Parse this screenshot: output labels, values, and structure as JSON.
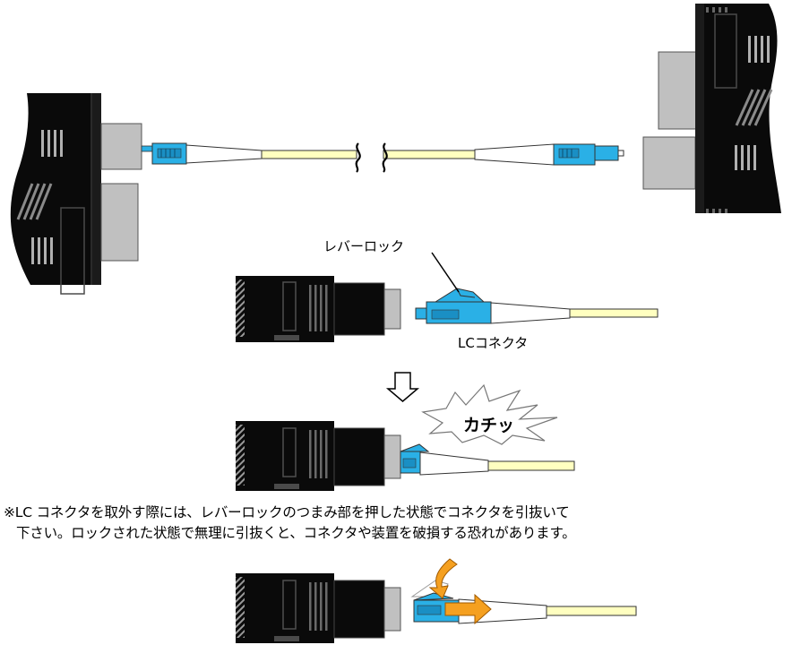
{
  "labels": {
    "lever_lock": "レバーロック",
    "lc_connector": "LCコネクタ",
    "click_sound": "カチッ"
  },
  "note": {
    "line1": "※LC コネクタを取外す際には、レバーロックのつまみ部を押した状態でコネクタを引抜いて",
    "line2": "下さい。ロックされた状態で無理に引抜くと、コネクタや装置を破損する恐れがあります。"
  },
  "colors": {
    "device_body": "#0a0a0a",
    "port_gray": "#c0c0c0",
    "connector_cyan": "#2ab0e6",
    "fiber_yellow": "#ffffc0",
    "arrow_orange": "#f5a020",
    "stripe": "#a0a0a0"
  },
  "icons": {
    "down_arrow": "outline-down-arrow-icon",
    "burst": "click-burst-icon",
    "pull_arrow": "orange-right-arrow-icon",
    "press_arrow": "orange-curved-arrow-icon"
  }
}
